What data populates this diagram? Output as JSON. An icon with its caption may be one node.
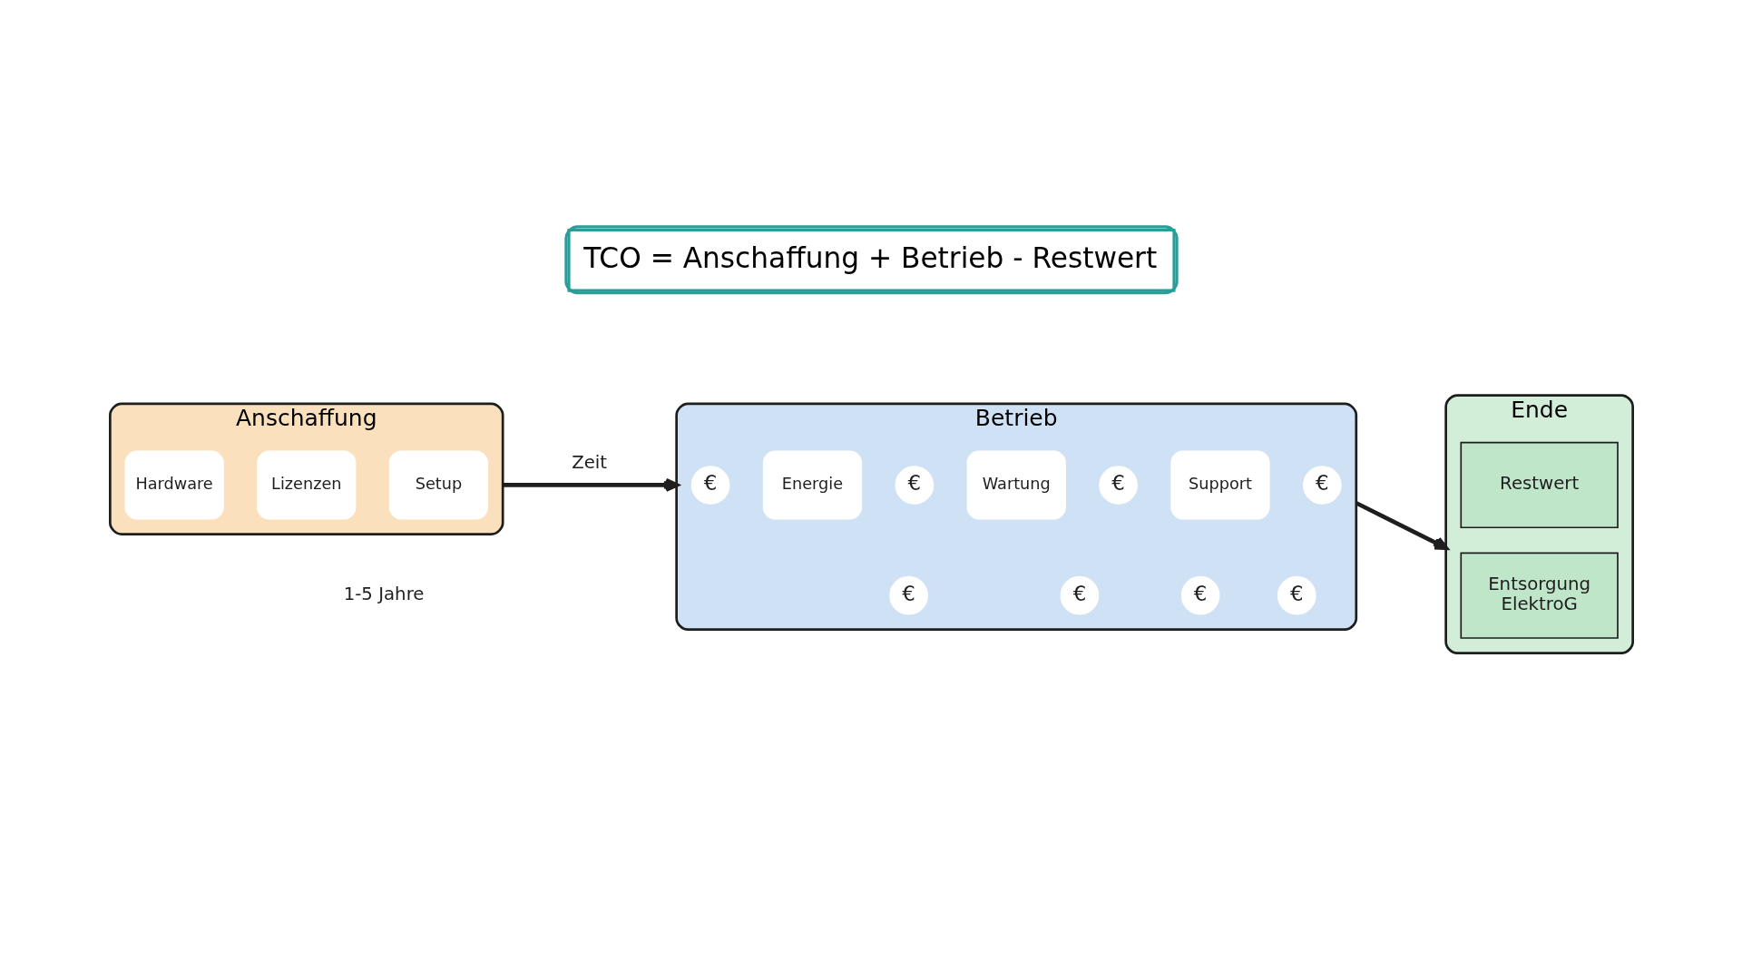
{
  "diagram": {
    "title": "TCO = Anschaffung + Betrieb - Restwert",
    "nodes": [
      {
        "text": [
          "Anschaffung"
        ]
      },
      {
        "text": [
          "Hardware"
        ],
        "in": 0
      },
      {
        "text": [
          "Lizenzen"
        ],
        "in": 0
      },
      {
        "text": [
          "Setup"
        ],
        "in": 0
      },
      {
        "text": [
          "Betrieb"
        ]
      },
      {
        "text": [
          "€"
        ],
        "in": 4
      },
      {
        "text": [
          "€"
        ],
        "in": 4
      },
      {
        "text": [
          "€"
        ],
        "in": 4
      },
      {
        "text": [
          "€"
        ],
        "in": 4
      },
      {
        "text": [
          "Energie"
        ],
        "in": 4
      },
      {
        "text": [
          "Wartung"
        ],
        "in": 4
      },
      {
        "text": [
          "Support"
        ],
        "in": 4
      },
      {
        "text": [
          "€"
        ],
        "in": 4
      },
      {
        "text": [
          "€"
        ],
        "in": 4
      },
      {
        "text": [
          "€"
        ],
        "in": 4
      },
      {
        "text": [
          "€"
        ],
        "in": 4
      },
      {
        "text": [
          "Ende"
        ]
      },
      {
        "text": [
          "Restwert"
        ],
        "in": 16
      },
      {
        "text": [
          "Entsorgung",
          "ElektroG"
        ],
        "in": 16
      }
    ],
    "edges": [
      {
        "from": 0,
        "to": 4,
        "arrow": "to",
        "label": "Zeit"
      },
      {
        "from": 4,
        "to": 16,
        "arrow": "to"
      }
    ],
    "labels": [
      "1-5 Jahre"
    ]
  }
}
